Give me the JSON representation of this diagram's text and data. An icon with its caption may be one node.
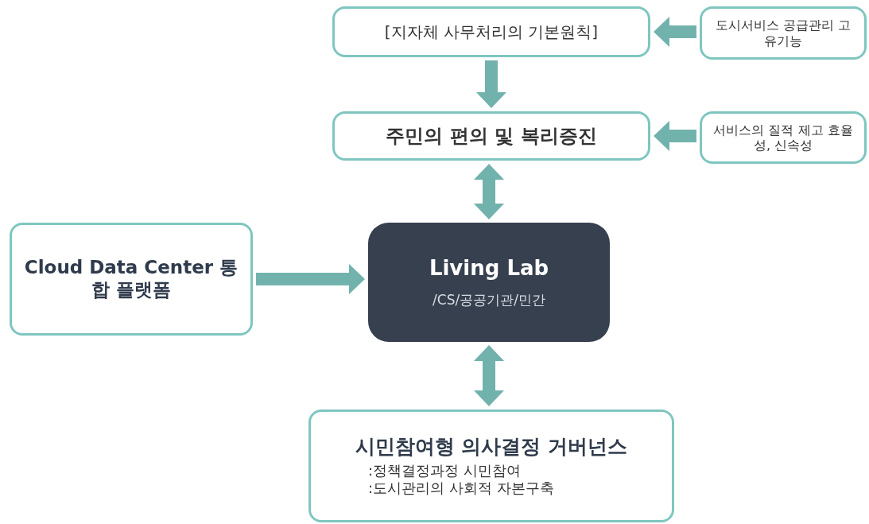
{
  "diagram": {
    "nodes": [
      {
        "text": [
          "[지자체 사무처리의 기본원칙]"
        ]
      },
      {
        "text": [
          "도시서비스 공급관리 고유기능"
        ]
      },
      {
        "text": [
          "주민의 편의 및 복리증진"
        ]
      },
      {
        "text": [
          "서비스의 질적 제고 효율성, 신속성"
        ]
      },
      {
        "text": [
          "Cloud Data Center 통합 플랫폼"
        ]
      },
      {
        "text": [
          "Living Lab",
          "/CS/공공기관/민간"
        ]
      },
      {
        "text": [
          "시민참여형 의사결정 거버넌스",
          ":정책결정과정 시민참여",
          ":도시관리의 사회적 자본구축"
        ]
      }
    ],
    "edges": [
      {
        "from": 1,
        "to": 0,
        "arrow": "to"
      },
      {
        "from": 0,
        "to": 2,
        "arrow": "to"
      },
      {
        "from": 3,
        "to": 2,
        "arrow": "to"
      },
      {
        "from": 2,
        "to": 5,
        "arrow": "both"
      },
      {
        "from": 4,
        "to": 5,
        "arrow": "to"
      },
      {
        "from": 5,
        "to": 6,
        "arrow": "both"
      }
    ]
  }
}
